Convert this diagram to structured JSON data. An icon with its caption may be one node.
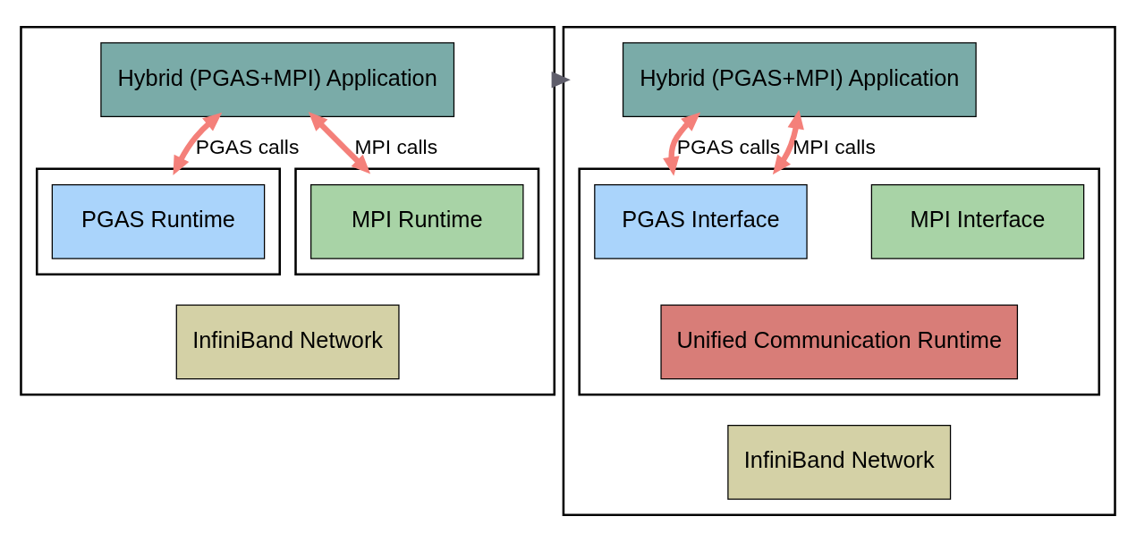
{
  "diagram": {
    "nodes": [
      {
        "text": [],
        "shape": "box"
      },
      {
        "text": [
          "Hybrid (PGAS+MPI) Application"
        ],
        "in": 0
      },
      {
        "text": [],
        "shape": "box",
        "in": 0
      },
      {
        "text": [
          "PGAS Runtime"
        ],
        "in": 2
      },
      {
        "text": [],
        "shape": "box",
        "in": 0
      },
      {
        "text": [
          "MPI Runtime"
        ],
        "in": 4
      },
      {
        "text": [
          "InfiniBand Network"
        ],
        "in": 0
      },
      {
        "text": [],
        "shape": "box"
      },
      {
        "text": [
          "Hybrid (PGAS+MPI) Application"
        ],
        "in": 7
      },
      {
        "text": [],
        "shape": "box",
        "in": 7
      },
      {
        "text": [
          "PGAS Interface"
        ],
        "in": 9
      },
      {
        "text": [
          "MPI Interface"
        ],
        "in": 9
      },
      {
        "text": [
          "Unified Communication Runtime"
        ],
        "in": 9
      },
      {
        "text": [
          "InfiniBand Network"
        ],
        "in": 7
      }
    ],
    "edges": [
      {
        "from": 1,
        "to": 2,
        "arrow": "both",
        "label": "PGAS calls"
      },
      {
        "from": 1,
        "to": 4,
        "arrow": "both",
        "label": "MPI calls"
      },
      {
        "from": 0,
        "to": 7,
        "arrow": "to",
        "color": "#5f5e6b"
      },
      {
        "from": 8,
        "to": 9,
        "arrow": "both",
        "label": "PGAS calls"
      },
      {
        "from": 8,
        "to": 9,
        "arrow": "both",
        "label": "MPI calls"
      }
    ]
  }
}
